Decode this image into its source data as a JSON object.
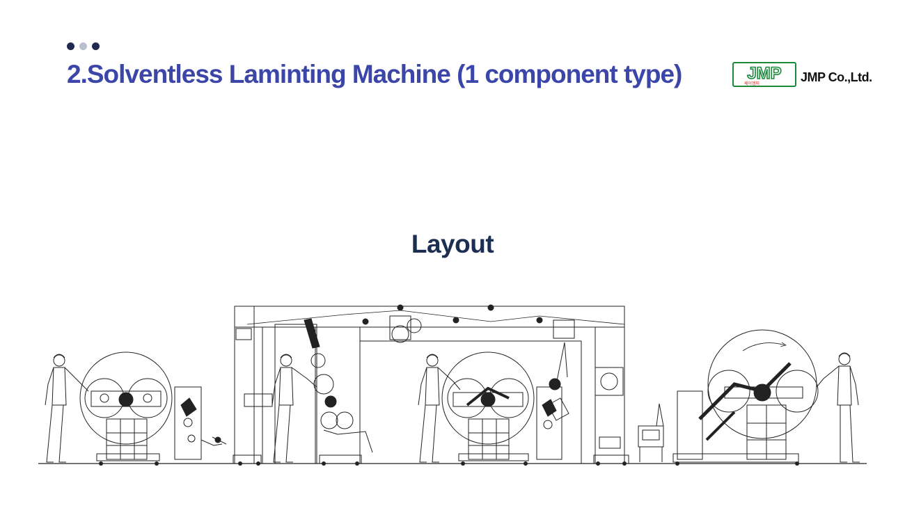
{
  "header": {
    "title": "2.Solventless Laminting Machine (1 component type)",
    "dot_colors": [
      "#1f2a52",
      "#b9bfcd",
      "#1f2a52"
    ]
  },
  "logo": {
    "mark_text": "JMP",
    "korean_text": "제이엠피",
    "company_name": "JMP Co.,Ltd.",
    "brand_color": "#1a8a3a"
  },
  "section": {
    "heading": "Layout"
  },
  "drawing": {
    "icon": "machine-layout-line-drawing"
  },
  "colors": {
    "title": "#3b46a8",
    "heading": "#1c2e52",
    "line": "#222222"
  }
}
